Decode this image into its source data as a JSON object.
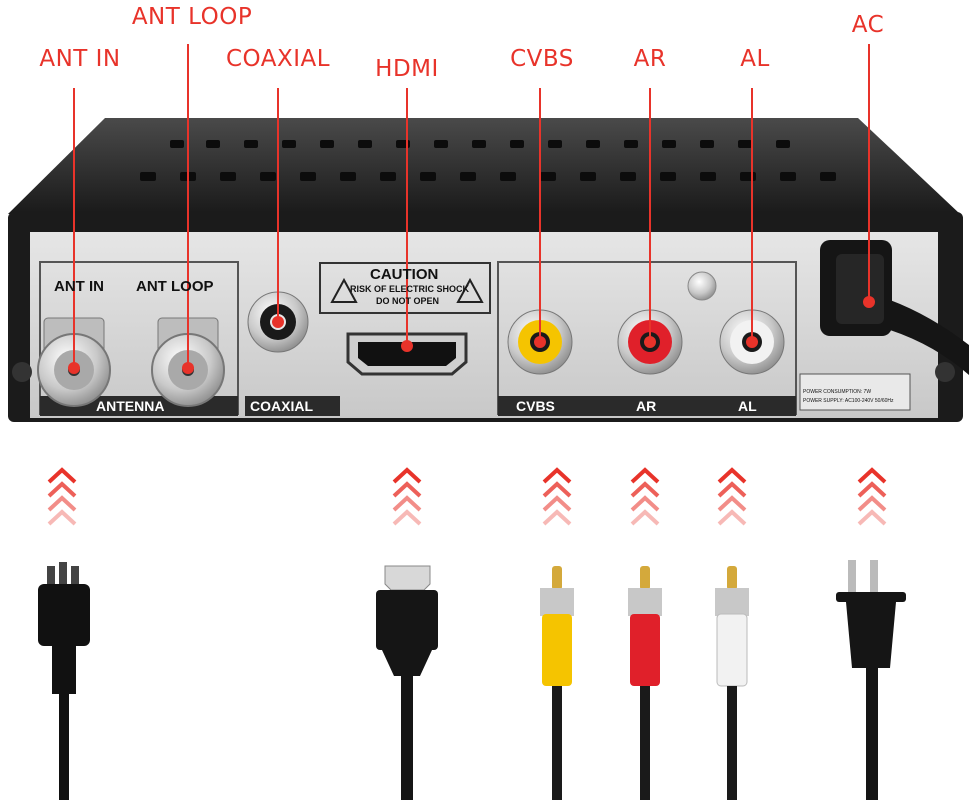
{
  "callouts": {
    "ant_in": "ANT IN",
    "ant_loop": "ANT LOOP",
    "coaxial": "COAXIAL",
    "hdmi": "HDMI",
    "cvbs": "CVBS",
    "ar": "AR",
    "al": "AL",
    "ac": "AC"
  },
  "panel_labels": {
    "ant_in": "ANT IN",
    "ant_loop": "ANT LOOP",
    "antenna": "ANTENNA",
    "coaxial": "COAXIAL",
    "caution_title": "CAUTION",
    "caution_line1": "RISK OF ELECTRIC SHOCK",
    "caution_line2": "DO NOT OPEN",
    "cvbs": "CVBS",
    "ar": "AR",
    "al": "AL",
    "power_line1": "POWER CONSUMPTION: 7W",
    "power_line2": "POWER SUPPLY: AC100-240V 50/60Hz"
  },
  "colors": {
    "accent": "#e8332a",
    "cvbs_jack": "#f5c400",
    "ar_jack": "#e0202a",
    "al_jack": "#f2f2f2",
    "chassis": "#1c1c1c",
    "panel": "#d9d9d9"
  },
  "icons": [
    "antenna-f-connector-icon",
    "coaxial-jack-icon",
    "hdmi-port-icon",
    "rca-jack-icon",
    "power-cord-icon",
    "arrow-up-icon",
    "f-connector-cable-icon",
    "hdmi-plug-icon",
    "rca-plug-icon",
    "ac-plug-icon"
  ]
}
